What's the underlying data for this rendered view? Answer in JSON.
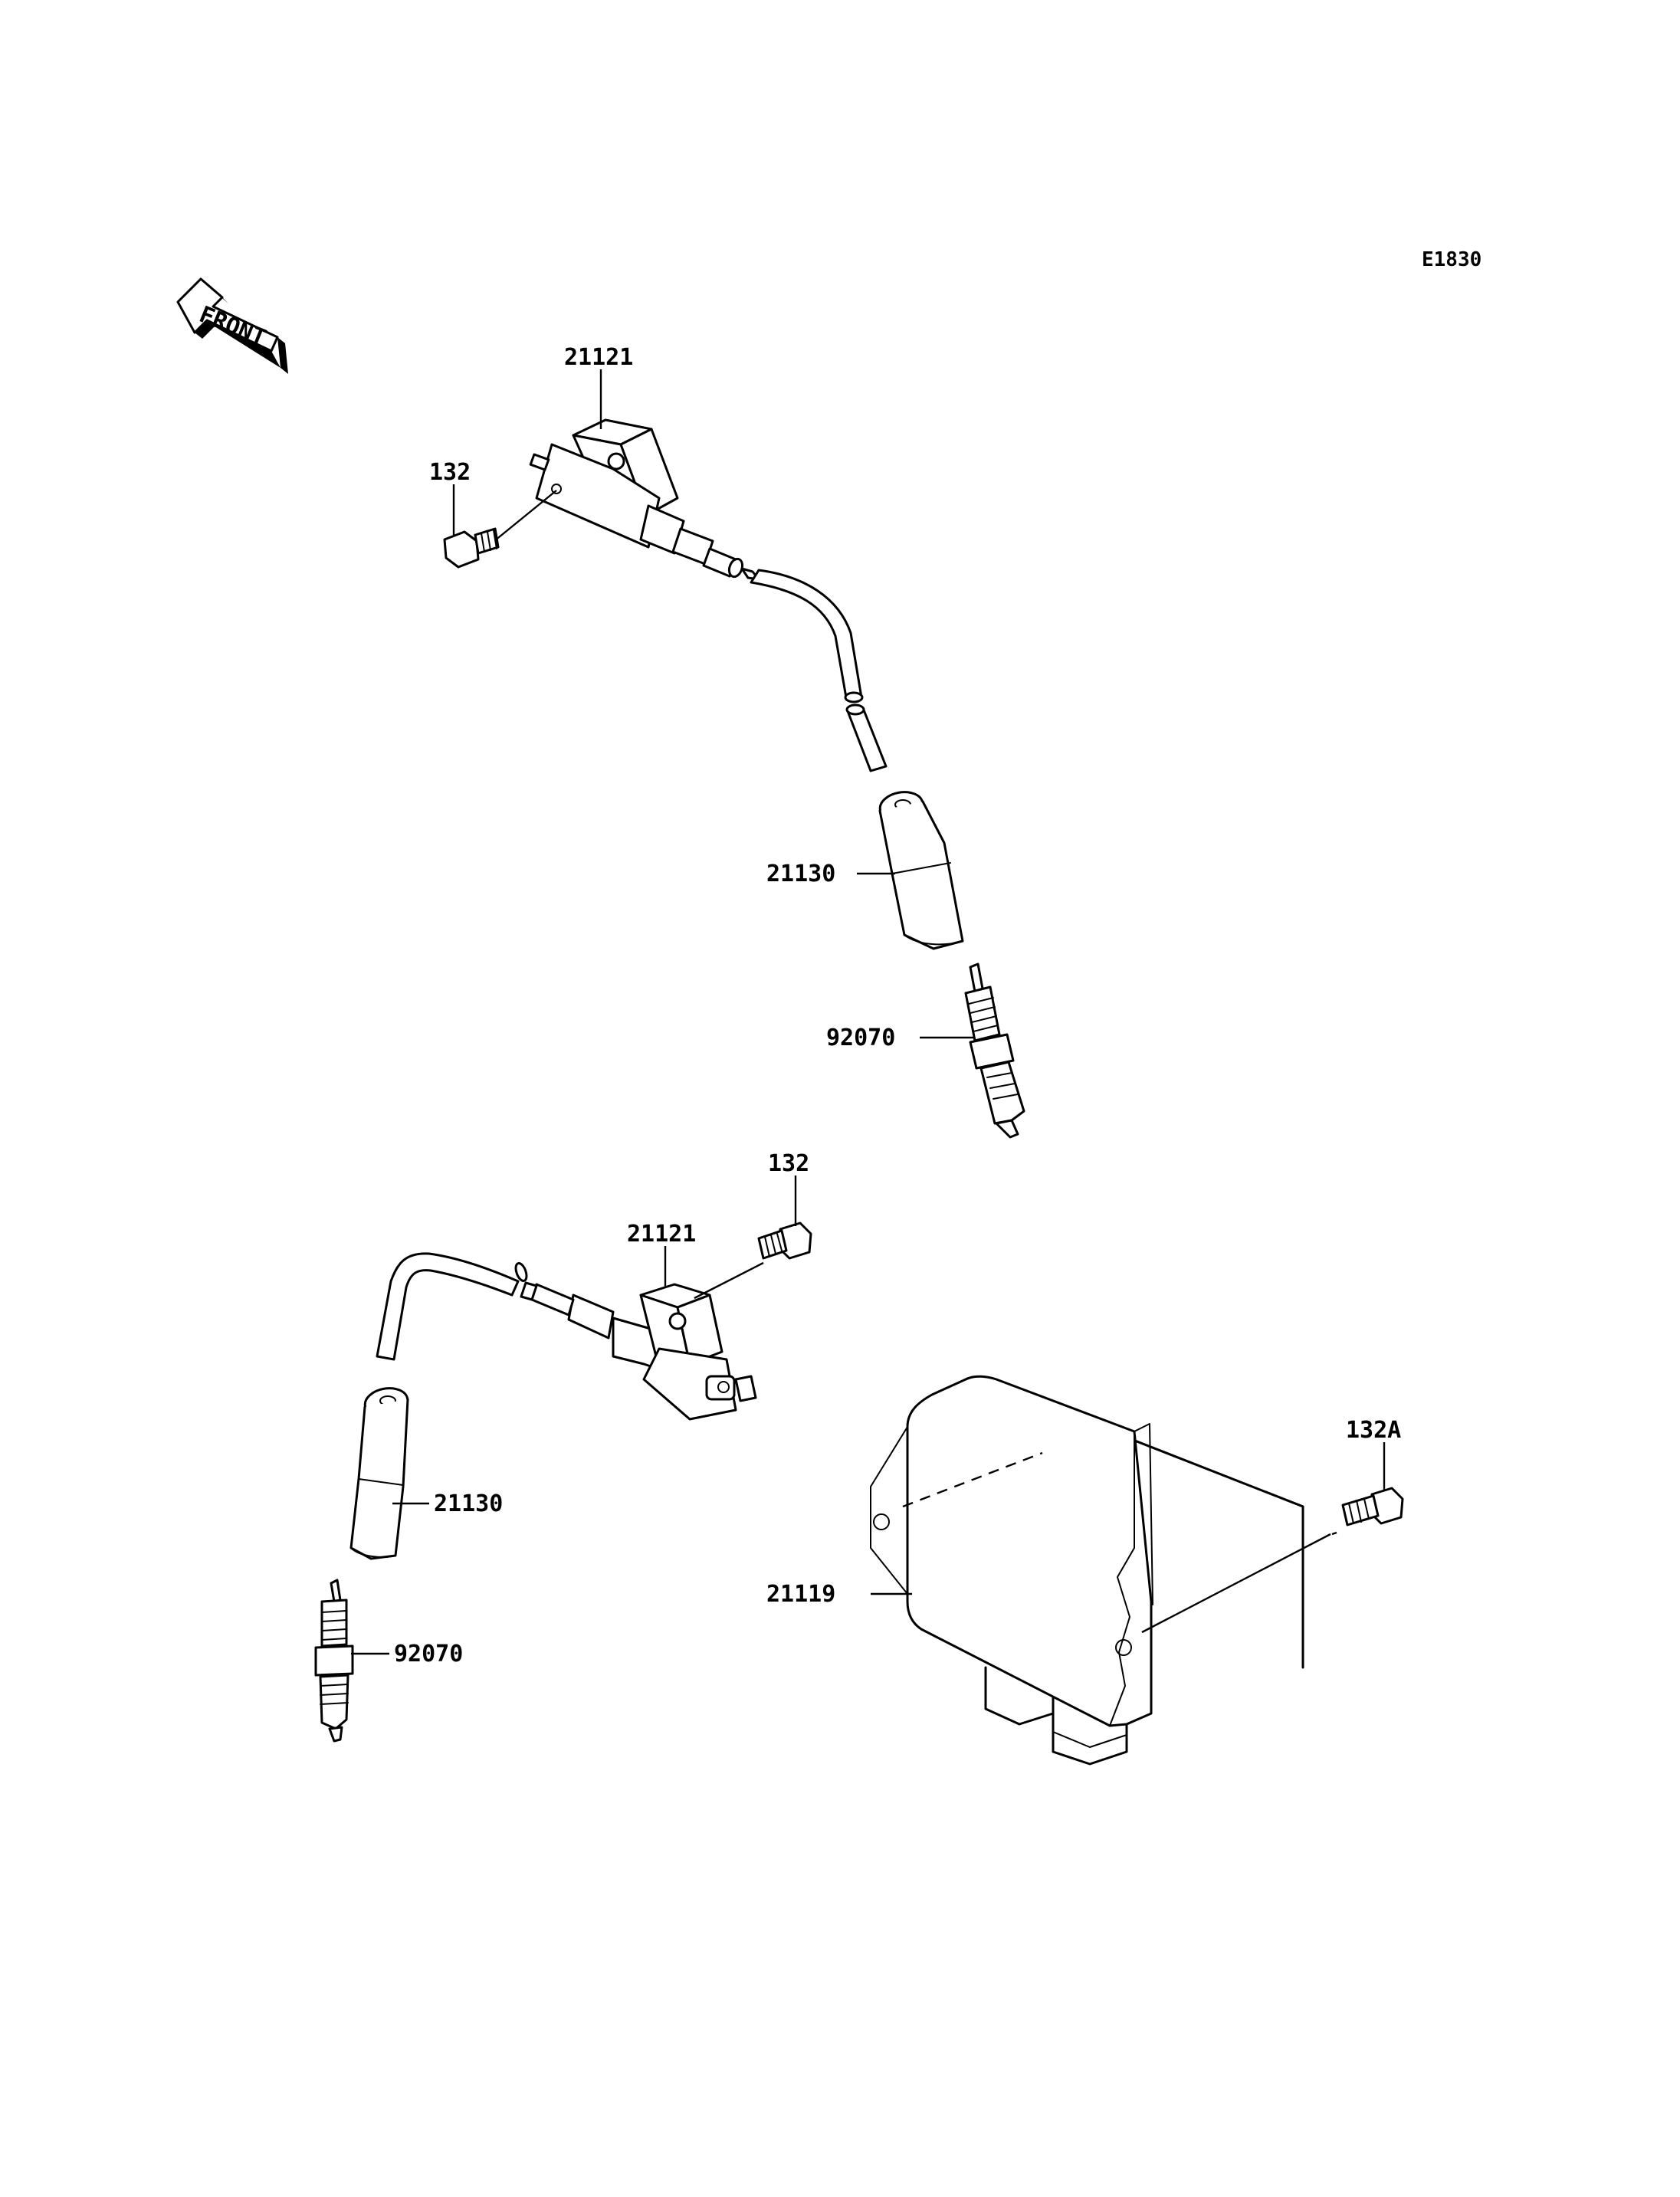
{
  "diagram": {
    "code": "E1830",
    "front_label": "FRONT",
    "callouts": {
      "coil_top": "21121",
      "bolt_top": "132",
      "cap_top": "21130",
      "plug_top": "92070",
      "bolt_mid": "132",
      "coil_bottom": "21121",
      "cap_bottom": "21130",
      "plug_bottom": "92070",
      "bolt_ecu": "132A",
      "ecu": "21119"
    }
  }
}
